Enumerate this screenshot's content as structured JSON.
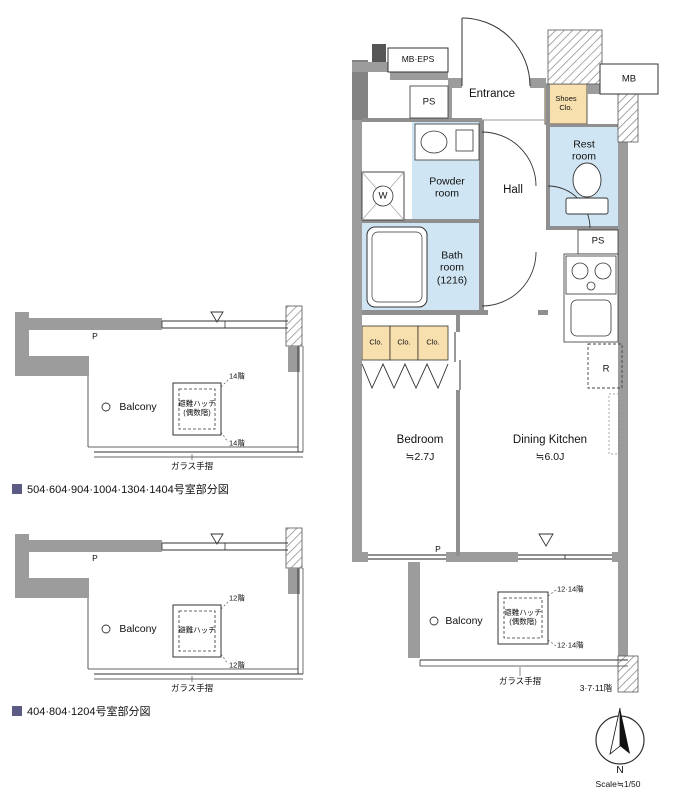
{
  "colors": {
    "wet_area_blue": "#cfe5f3",
    "closet_orange": "#f8dfae",
    "wall_gray": "#9c9c9c",
    "caption_purple": "#5b5b84"
  },
  "main": {
    "mb_eps": "MB·EPS",
    "ps_top": "PS",
    "entrance": "Entrance",
    "shoes_clo": "Shoes\nClo.",
    "mb": "MB",
    "rest_room": "Rest\nroom",
    "powder_room": "Powder\nroom",
    "hall": "Hall",
    "washer": "W",
    "bath_room": "Bath\nroom\n(1216)",
    "ps_mid": "PS",
    "clo": "Clo.",
    "fridge": "R",
    "bedroom": "Bedroom",
    "bedroom_size": "≒2.7J",
    "dining_kitchen": "Dining Kitchen",
    "dining_kitchen_size": "≒6.0J",
    "pipe": "P",
    "balcony": "Balcony",
    "hatch": "避難ハッチ\n(偶数階)",
    "floors_label_top": "12·14階",
    "floors_label_bottom": "12·14階",
    "glass_rail": "ガラス手摺",
    "floors_note": "3·7·11階"
  },
  "partial_a": {
    "pipe": "P",
    "balcony": "Balcony",
    "hatch": "避難ハッチ\n(偶数階)",
    "floor_top": "14階",
    "floor_bottom": "14階",
    "glass_rail": "ガラス手摺",
    "caption": "504·604·904·1004·1304·1404号室部分図"
  },
  "partial_b": {
    "pipe": "P",
    "balcony": "Balcony",
    "hatch": "避難ハッチ",
    "floor_top": "12階",
    "floor_bottom": "12階",
    "glass_rail": "ガラス手摺",
    "caption": "404·804·1204号室部分図"
  },
  "compass": {
    "north": "N",
    "scale": "Scale≒1/50"
  }
}
